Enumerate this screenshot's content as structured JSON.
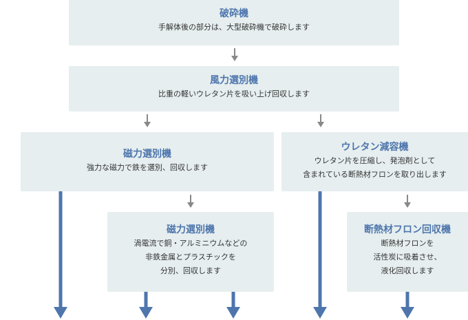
{
  "colors": {
    "box_bg": "#e6eeef",
    "title": "#4e76ad",
    "text": "#333333",
    "small_arrow": "#888888",
    "big_arrow": "#4e76ad"
  },
  "steps": {
    "crusher": {
      "title": "破砕機",
      "lines": [
        "手解体後の部分は、大型破砕機で破砕します"
      ]
    },
    "air_separator": {
      "title": "風力選別機",
      "lines": [
        "比重の軽いウレタン片を吸い上げ回収します"
      ]
    },
    "magnetic_separator": {
      "title": "磁力選別機",
      "lines": [
        "強力な磁力で鉄を選別、回収します"
      ]
    },
    "urethane_reducer": {
      "title": "ウレタン減容機",
      "lines": [
        "ウレタン片を圧縮し、発泡剤として",
        "含まれている断熱材フロンを取り出します"
      ]
    },
    "eddy_separator": {
      "title": "磁力選別機",
      "lines": [
        "渦電流で銅・アルミニウムなどの",
        "非鉄金属とプラスチックを",
        "分別、回収します"
      ]
    },
    "cfc_recovery": {
      "title": "断熱材フロン回収機",
      "lines": [
        "断熱材フロンを",
        "活性炭に吸着させ、",
        "液化回収します"
      ]
    }
  }
}
